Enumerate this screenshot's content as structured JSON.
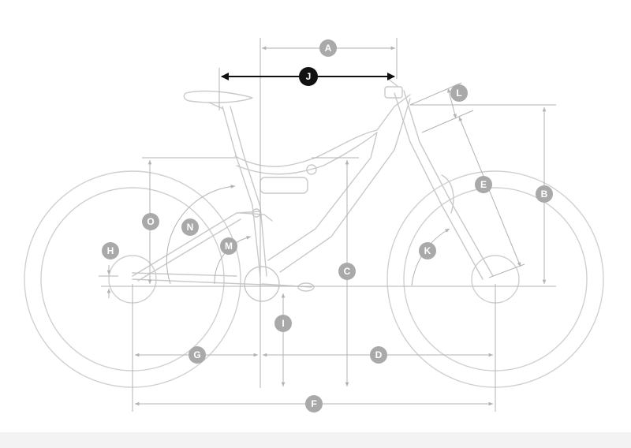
{
  "diagram": {
    "labels": {
      "A": "A",
      "B": "B",
      "C": "C",
      "D": "D",
      "E": "E",
      "F": "F",
      "G": "G",
      "H": "H",
      "I": "I",
      "J": "J",
      "K": "K",
      "L": "L",
      "M": "M",
      "N": "N",
      "O": "O"
    },
    "colors": {
      "line": "#c9c9c9",
      "dimension": "#b3b3b3",
      "badge": "#a9a9a9",
      "highlight": "#111111",
      "badge_text": "#ffffff"
    }
  }
}
